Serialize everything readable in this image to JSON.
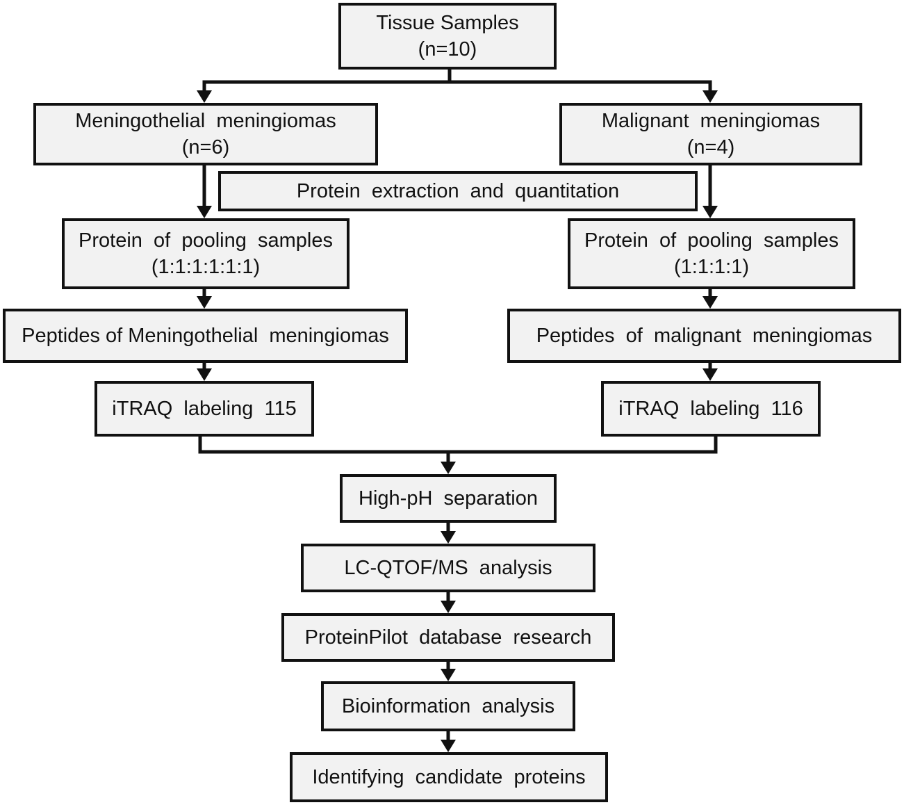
{
  "nodes": {
    "tissue": {
      "line1": "Tissue Samples",
      "line2": "(n=10)"
    },
    "menin": {
      "line1": "Meningothelial  meningiomas",
      "line2": "(n=6)"
    },
    "malig": {
      "line1": "Malignant  meningiomas",
      "line2": "(n=4)"
    },
    "extract": {
      "line1": "Protein  extraction  and  quantitation"
    },
    "poolL": {
      "line1": "Protein  of  pooling  samples",
      "line2": "(1:1:1:1:1:1)"
    },
    "poolR": {
      "line1": "Protein  of  pooling  samples",
      "line2": "(1:1:1:1)"
    },
    "pepL": {
      "line1": "Peptides of Meningothelial  meningiomas"
    },
    "pepR": {
      "line1": "Peptides  of  malignant  meningiomas"
    },
    "itraqL": {
      "line1": "iTRAQ  labeling  115"
    },
    "itraqR": {
      "line1": "iTRAQ  labeling  116"
    },
    "highph": {
      "line1": "High-pH  separation"
    },
    "lcms": {
      "line1": "LC-QTOF/MS  analysis"
    },
    "pilot": {
      "line1": "ProteinPilot  database  research"
    },
    "bioinfo": {
      "line1": "Bioinformation  analysis"
    },
    "identify": {
      "line1": "Identifying  candidate  proteins"
    }
  },
  "colors": {
    "stroke": "#111111",
    "fill": "#f2f2f2"
  }
}
